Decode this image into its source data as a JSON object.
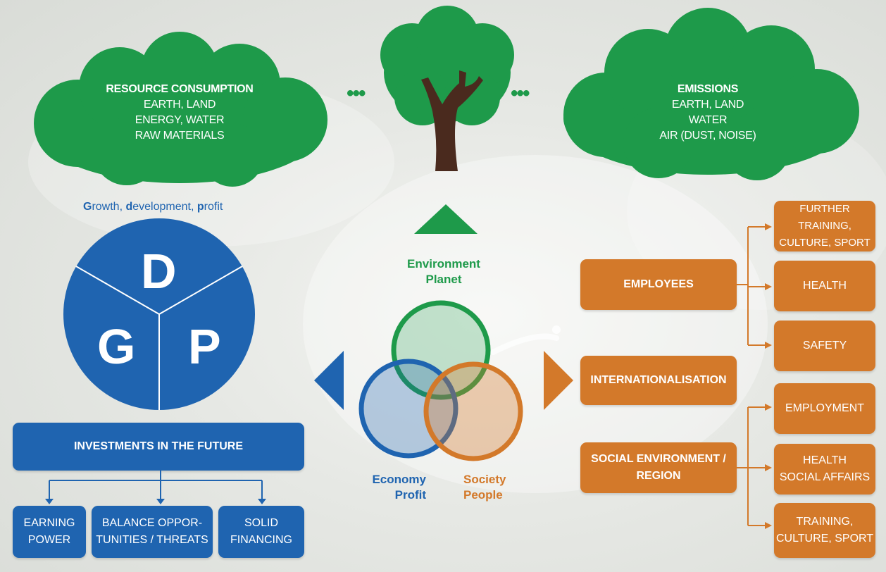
{
  "clouds": {
    "left": {
      "title": "RESOURCE CONSUMPTION",
      "lines": [
        "EARTH, LAND",
        "ENERGY, WATER",
        "RAW MATERIALS"
      ]
    },
    "right": {
      "title": "EMISSIONS",
      "lines": [
        "EARTH, LAND",
        "WATER",
        "AIR (DUST, NOISE)"
      ]
    }
  },
  "dots": "•••",
  "gdp": {
    "caption_words": [
      {
        "text": "G",
        "bold": true
      },
      {
        "text": "rowth, ",
        "bold": false
      },
      {
        "text": "d",
        "bold": true
      },
      {
        "text": "evelopment, ",
        "bold": false
      },
      {
        "text": "p",
        "bold": true
      },
      {
        "text": "rofit",
        "bold": false
      }
    ],
    "letters": {
      "top": "D",
      "left": "G",
      "right": "P"
    }
  },
  "investments": {
    "title": "INVESTMENTS IN THE FUTURE",
    "items": [
      {
        "line1": "EARNING",
        "line2": "POWER"
      },
      {
        "line1": "BALANCE OPPOR-",
        "line2": "TUNITIES / THREATS"
      },
      {
        "line1": "SOLID",
        "line2": "FINANCING"
      }
    ]
  },
  "venn": {
    "environment": {
      "line1": "Environment",
      "line2": "Planet",
      "color": "#1e9a4a"
    },
    "economy": {
      "line1": "Economy",
      "line2": "Profit",
      "color": "#1f64b0"
    },
    "society": {
      "line1": "Society",
      "line2": "People",
      "color": "#d3792a"
    }
  },
  "society_boxes": {
    "employees": "EMPLOYEES",
    "internationalisation": "INTERNATIONALISATION",
    "social": {
      "line1": "SOCIAL ENVIRONMENT /",
      "line2": "REGION"
    },
    "employee_items": [
      {
        "line1": "FURTHER TRAINING,",
        "line2": "CULTURE, SPORT"
      },
      {
        "line1": "HEALTH",
        "line2": ""
      },
      {
        "line1": "SAFETY",
        "line2": ""
      }
    ],
    "social_items": [
      {
        "line1": "EMPLOYMENT",
        "line2": ""
      },
      {
        "line1": "HEALTH",
        "line2": "SOCIAL AFFAIRS"
      },
      {
        "line1": "TRAINING,",
        "line2": "CULTURE, SPORT"
      }
    ]
  },
  "colors": {
    "green": "#1e9a4a",
    "blue": "#1f64b0",
    "orange": "#d3792a",
    "trunk": "#4a2a1e"
  }
}
